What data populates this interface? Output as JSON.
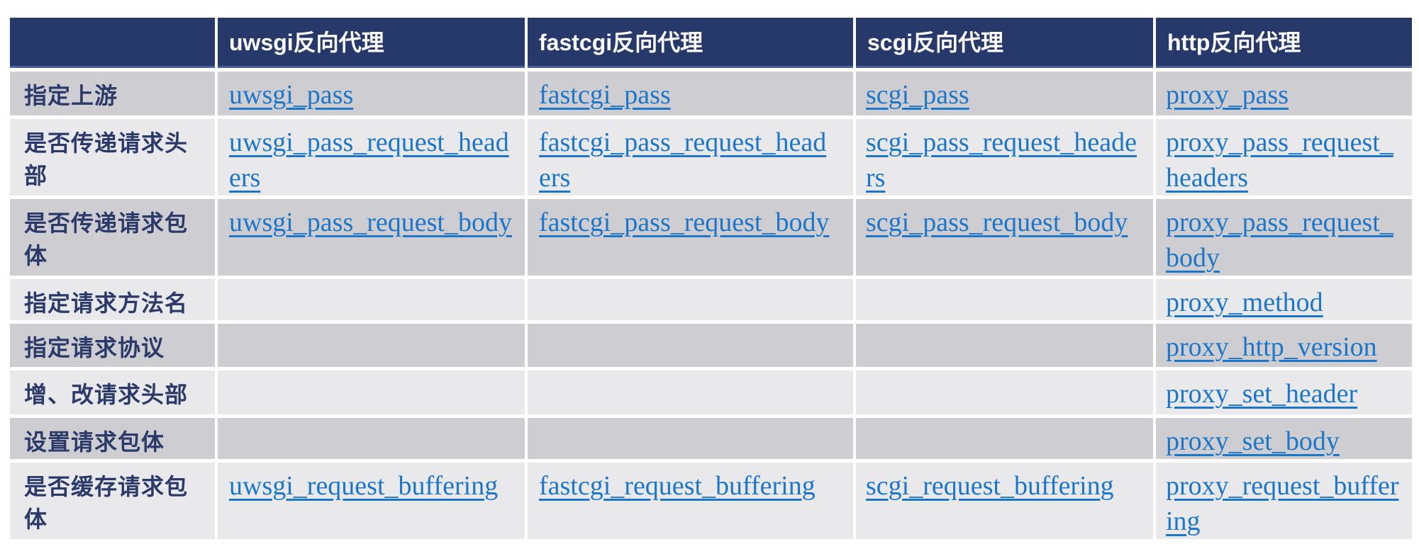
{
  "table": {
    "columns": [
      {
        "key": "row-label",
        "label": ""
      },
      {
        "key": "uwsgi",
        "label": "uwsgi反向代理"
      },
      {
        "key": "fastcgi",
        "label": "fastcgi反向代理"
      },
      {
        "key": "scgi",
        "label": "scgi反向代理"
      },
      {
        "key": "http",
        "label": "http反向代理"
      }
    ],
    "rows": [
      {
        "label": "指定上游",
        "cells": [
          "uwsgi_pass",
          "fastcgi_pass",
          "scgi_pass",
          "proxy_pass"
        ]
      },
      {
        "label": "是否传递请求头部",
        "cells": [
          "uwsgi_pass_request_headers",
          "fastcgi_pass_request_headers",
          "scgi_pass_request_headers",
          "proxy_pass_request_headers"
        ]
      },
      {
        "label": "是否传递请求包体",
        "cells": [
          "uwsgi_pass_request_body",
          "fastcgi_pass_request_body",
          "scgi_pass_request_body",
          "proxy_pass_request_body"
        ]
      },
      {
        "label": "指定请求方法名",
        "cells": [
          "",
          "",
          "",
          "proxy_method"
        ]
      },
      {
        "label": "指定请求协议",
        "cells": [
          "",
          "",
          "",
          "proxy_http_version"
        ]
      },
      {
        "label": "增、改请求头部",
        "cells": [
          "",
          "",
          "",
          "proxy_set_header"
        ]
      },
      {
        "label": "设置请求包体",
        "cells": [
          "",
          "",
          "",
          "proxy_set_body"
        ]
      },
      {
        "label": "是否缓存请求包体",
        "cells": [
          "uwsgi_request_buffering",
          "fastcgi_request_buffering",
          "scgi_request_buffering",
          "proxy_request_buffering"
        ]
      }
    ]
  },
  "colors": {
    "header_bg": "#27386A",
    "header_text": "#FFFFFF",
    "row_band_dark": "#CECED2",
    "row_band_light": "#E9E9EC",
    "label_text": "#2B3A69",
    "link": "#1D76C8",
    "grid_lines": "#FFFFFF"
  }
}
